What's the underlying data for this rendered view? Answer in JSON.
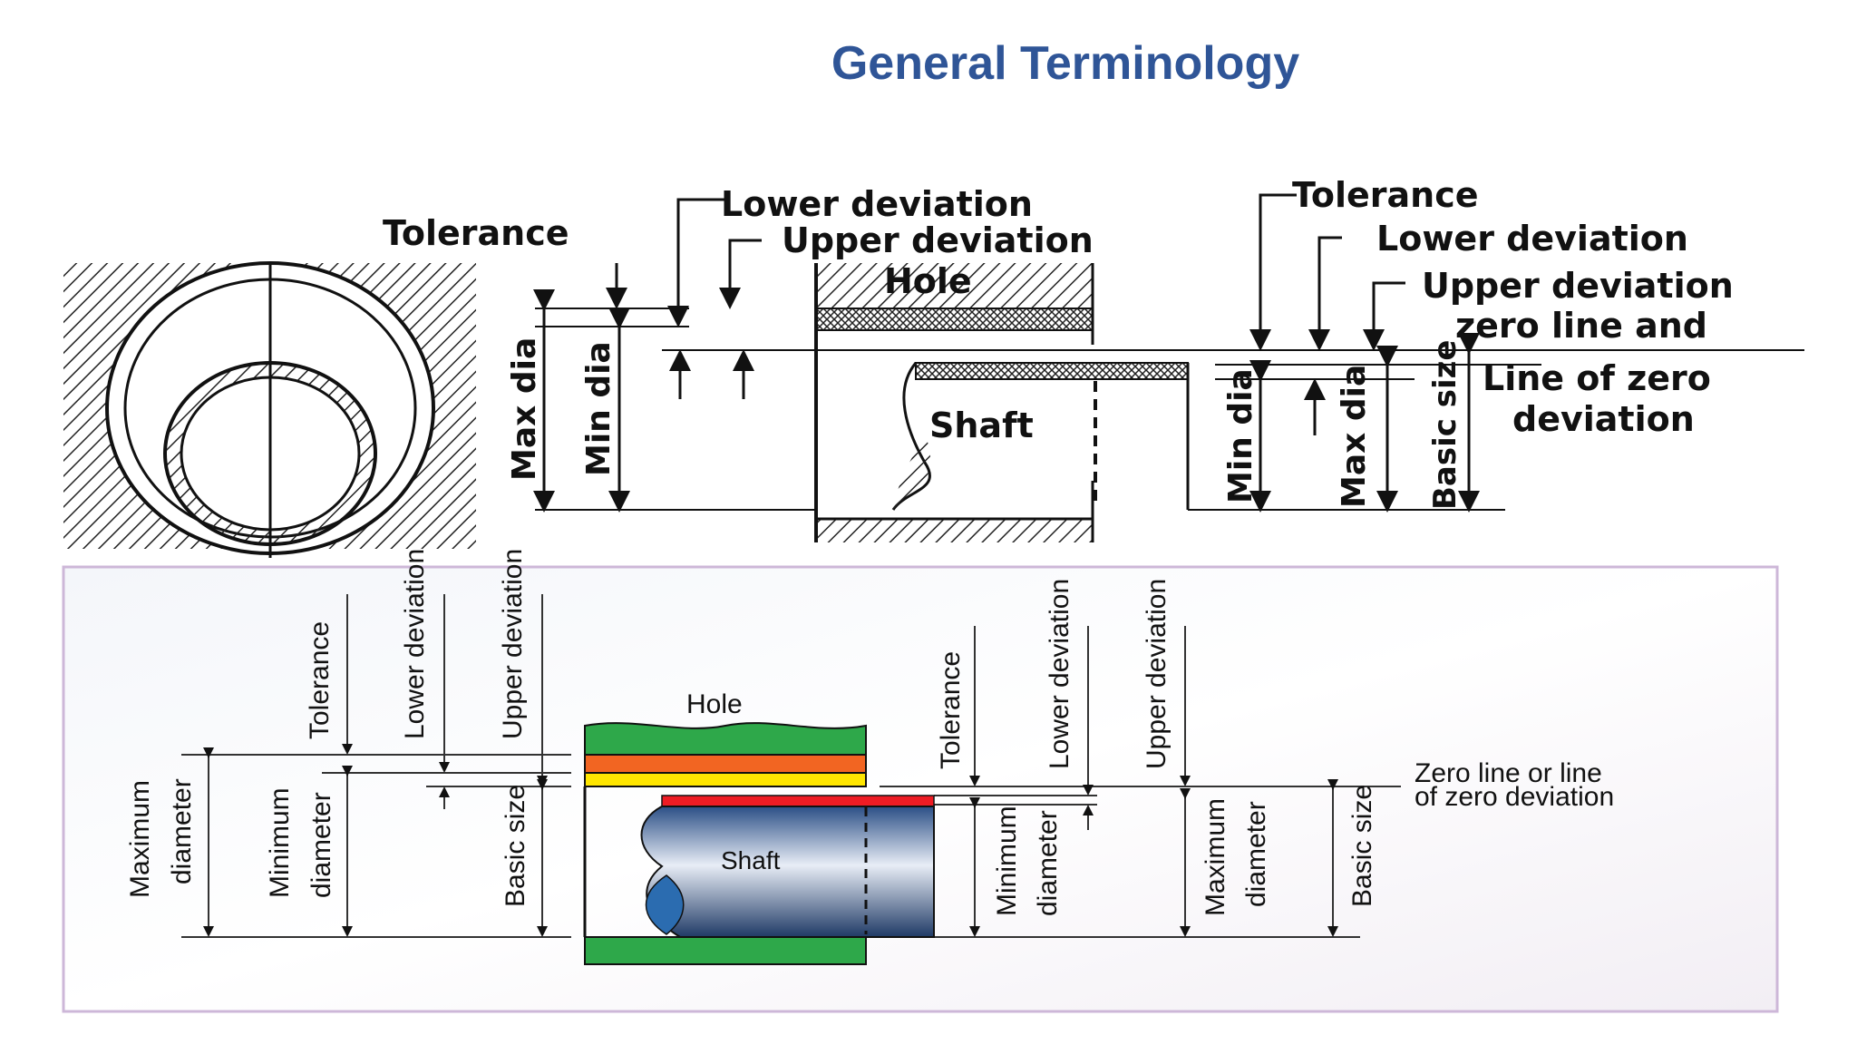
{
  "title": "General Terminology",
  "top_diagram": {
    "left_labels": {
      "tolerance": "Tolerance",
      "lower_deviation": "Lower deviation",
      "upper_deviation": "Upper deviation",
      "hole": "Hole",
      "max_dia": "Max dia",
      "min_dia": "Min dia"
    },
    "shaft": "Shaft",
    "right_labels": {
      "tolerance": "Tolerance",
      "lower_deviation": "Lower deviation",
      "upper_deviation": "Upper deviation",
      "zero_line_1": "zero line and",
      "zero_line_2": "Line of zero",
      "zero_line_3": "deviation",
      "min_dia": "Min dia",
      "max_dia": "Max dia",
      "basic_size": "Basic size"
    }
  },
  "bottom_diagram": {
    "hole_tolerance": "Tolerance",
    "hole_lower_deviation": "Lower deviation",
    "hole_upper_deviation": "Upper deviation",
    "hole": "Hole",
    "shaft": "Shaft",
    "maximum_diameter_1": "Maximum",
    "maximum_diameter_2": "diameter",
    "minimum_diameter_1": "Minimum",
    "minimum_diameter_2": "diameter",
    "basic_size_left": "Basic size",
    "shaft_tolerance": "Tolerance",
    "shaft_lower_deviation": "Lower deviation",
    "shaft_upper_deviation": "Upper deviation",
    "shaft_min_1": "Minimum",
    "shaft_min_2": "diameter",
    "shaft_max_1": "Maximum",
    "shaft_max_2": "diameter",
    "basic_size_right": "Basic size",
    "zero_line_1": "Zero line or line",
    "zero_line_2": "of zero deviation"
  },
  "colors": {
    "title": "#2f5597",
    "hole_green": "#2ea84a",
    "tolerance_orange": "#f26522",
    "tolerance_yellow": "#ffe600",
    "shaft_red": "#ee1c24",
    "shaft_blue": "#2b4f86"
  }
}
